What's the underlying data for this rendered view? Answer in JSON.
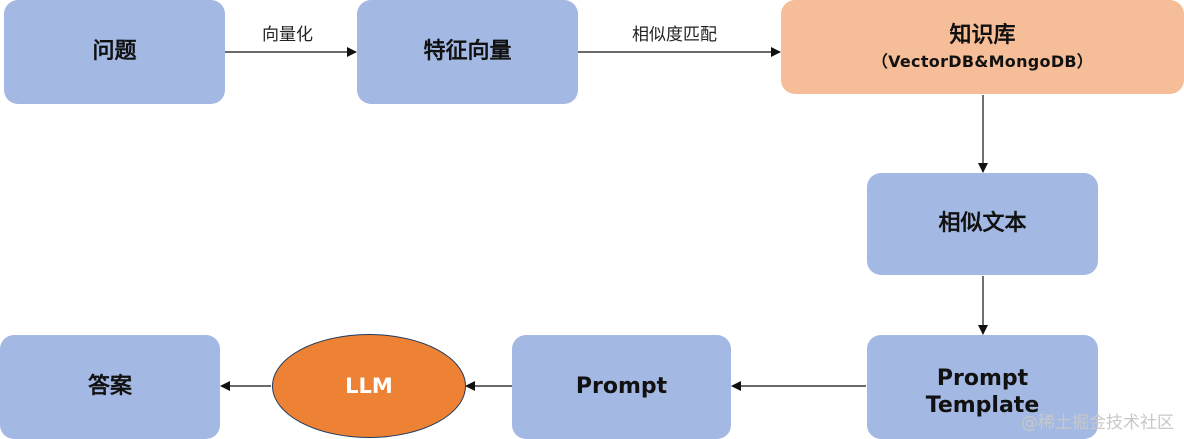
{
  "nodes": {
    "question": "问题",
    "feature_vector": "特征向量",
    "knowledge_base": "知识库",
    "knowledge_base_sub": "（VectorDB&MongoDB）",
    "similar_text": "相似文本",
    "prompt_template_line1": "Prompt",
    "prompt_template_line2": "Template",
    "prompt": "Prompt",
    "llm": "LLM",
    "answer": "答案"
  },
  "edges": {
    "question_to_vector": "向量化",
    "vector_to_kb": "相似度匹配"
  },
  "watermark": "@稀土掘金技术社区",
  "colors": {
    "node_fill": "#a3b8e2",
    "kb_fill": "#f5be98",
    "llm_fill": "#ee8234",
    "arrow": "#111111"
  }
}
